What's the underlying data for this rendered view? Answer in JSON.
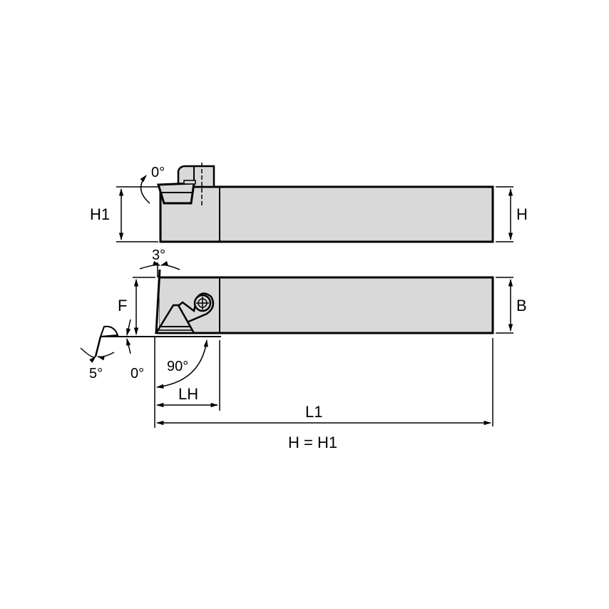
{
  "diagram": {
    "type": "toolholder-technical-drawing",
    "colors": {
      "body_fill": "#d9d9d9",
      "line": "#000000",
      "background": "#ffffff"
    },
    "side_view": {
      "dimensions": {
        "H1": "H1",
        "H": "H"
      },
      "angles": {
        "inclination": "0°"
      }
    },
    "top_view": {
      "dimensions": {
        "F": "F",
        "B": "B",
        "LH": "LH",
        "L1": "L1"
      },
      "angles": {
        "clearance_top": "3°",
        "rake": "5°",
        "side": "0°",
        "lead": "90°"
      }
    },
    "note": "H = H1"
  }
}
